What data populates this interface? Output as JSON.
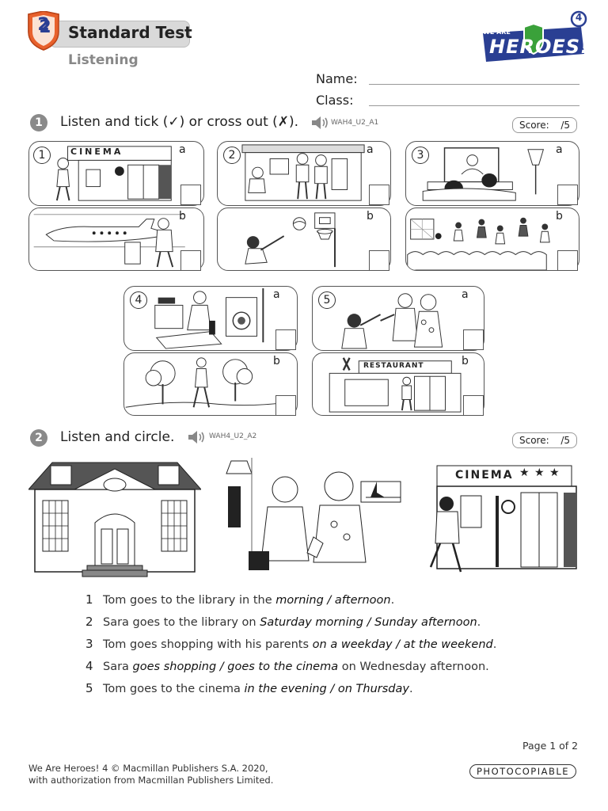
{
  "header": {
    "unit_number": "2",
    "title": "Standard Test",
    "subtitle": "Listening",
    "brand_top": "WE ARE",
    "brand_name": "HEROES!",
    "level": "4",
    "shield_color": "#e8612c",
    "brand_color": "#2a3f93",
    "brand_star_color": "#3aa13a"
  },
  "student_fields": {
    "name_label": "Name:",
    "class_label": "Class:"
  },
  "section1": {
    "number": "1",
    "instruction": "Listen and tick (✓) or cross out (✗).",
    "audio_code": "WAH4_U2_A1",
    "score_label": "Score:",
    "score_total": "/5",
    "items": [
      {
        "number": "1",
        "a": "a",
        "b": "b",
        "sign_a": "CINEMA"
      },
      {
        "number": "2",
        "a": "a",
        "b": "b"
      },
      {
        "number": "3",
        "a": "a",
        "b": "b"
      },
      {
        "number": "4",
        "a": "a",
        "b": "b"
      },
      {
        "number": "5",
        "a": "a",
        "b": "b",
        "sign_b": "RESTAURANT"
      }
    ]
  },
  "section2": {
    "number": "2",
    "instruction": "Listen and circle.",
    "audio_code": "WAH4_U2_A2",
    "score_label": "Score:",
    "score_total": "/5",
    "picture_sign": "CINEMA",
    "sentences": [
      {
        "n": "1",
        "pre": "Tom goes to the library in the ",
        "opt1": "morning",
        "sep": " / ",
        "opt2": "afternoon",
        "post": "."
      },
      {
        "n": "2",
        "pre": "Sara goes to the library on ",
        "opt1": "Saturday morning",
        "sep": " / ",
        "opt2": "Sunday afternoon",
        "post": "."
      },
      {
        "n": "3",
        "pre": "Tom goes shopping with his parents ",
        "opt1": "on a weekday",
        "sep": " / ",
        "opt2": "at the weekend",
        "post": "."
      },
      {
        "n": "4",
        "pre": "Sara ",
        "opt1": "goes shopping",
        "sep": " / ",
        "opt2": "goes to the cinema",
        "post": " on Wednesday afternoon."
      },
      {
        "n": "5",
        "pre": "Tom goes to the cinema ",
        "opt1": "in the evening",
        "sep": " / ",
        "opt2": "on Thursday",
        "post": "."
      }
    ]
  },
  "footer": {
    "page": "Page 1 of 2",
    "copyright_line1": "We Are Heroes! 4 © Macmillan Publishers S.A. 2020,",
    "copyright_line2": "with authorization from Macmillan Publishers Limited.",
    "photocopiable": "PHOTOCOPIABLE"
  }
}
